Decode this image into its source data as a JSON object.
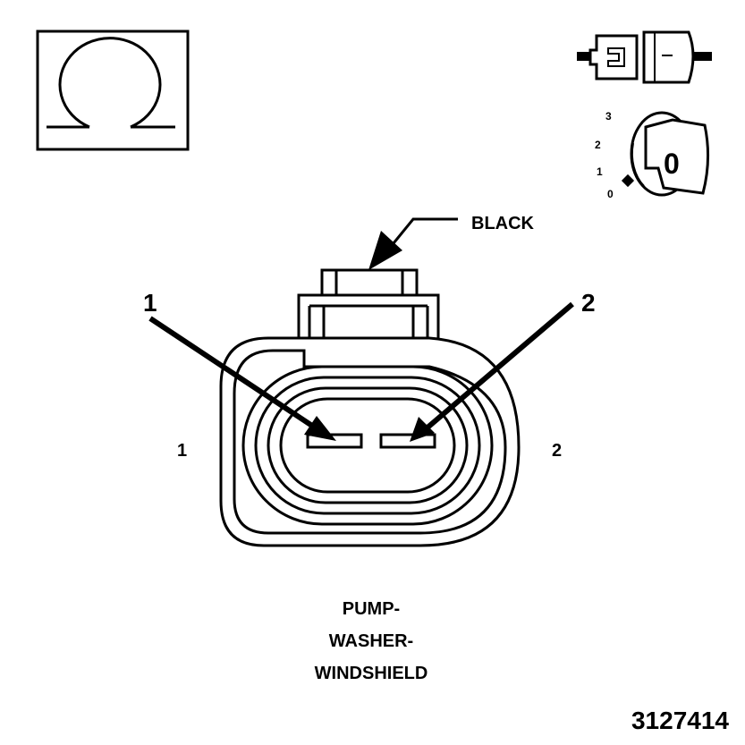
{
  "ohm_icon": {
    "glyph": "Ω",
    "icon": "ohmmeter-symbol"
  },
  "connector_icon": "disconnected-connector-icon",
  "ignition": {
    "positions": [
      "3",
      "2",
      "1",
      "0"
    ],
    "key_label": "0"
  },
  "color_callout": "BLACK",
  "pin_callouts": {
    "left": "1",
    "right": "2"
  },
  "pin_side_labels": {
    "left": "1",
    "right": "2"
  },
  "component_name": [
    "PUMP-",
    "WASHER-",
    "WINDSHIELD"
  ],
  "figure_number": "3127414",
  "colors": {
    "ink": "#000000",
    "background": "#ffffff"
  }
}
